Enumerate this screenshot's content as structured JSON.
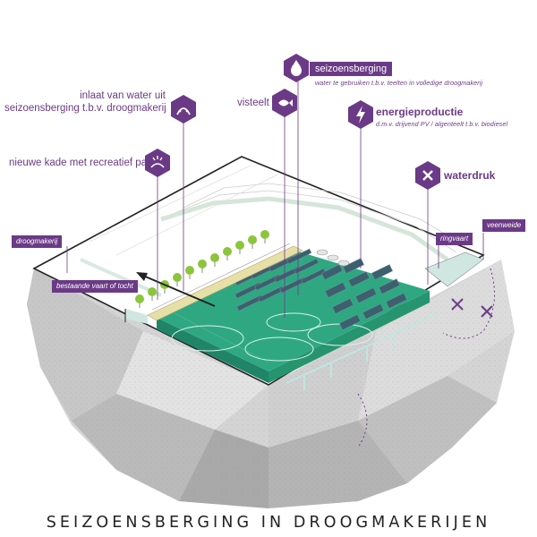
{
  "title": "SEIZOENSBERGING IN DROOGMAKERIJEN",
  "labels": {
    "seizoensberging": "seizoensberging",
    "seizoensberging_sub": "water te gebruiken t.b.v. teelten in volledige droogmakerij",
    "inlaat_line1": "inlaat van water uit",
    "inlaat_line2": "seizoensberging t.b.v. droogmakerij",
    "visteelt": "visteelt",
    "energieproductie": "energieproductie",
    "energieproductie_sub": "d.m.v. drijvend PV / algenteelt t.b.v. biodiesel",
    "nieuwe_kade": "nieuwe kade met recreatief pad",
    "waterdruk": "waterdruk"
  },
  "tags": {
    "droogmakerij": "droogmakerij",
    "bestaande_vaart": "bestaande vaart of tocht",
    "ringvaart": "ringvaart",
    "veenweide": "veenweide"
  },
  "icons": {
    "seizoensberging": "water-drop-icon",
    "inlaat": "water-inlet-icon",
    "visteelt": "fish-icon",
    "energieproductie": "lightning-bolt-icon",
    "nieuwe_kade": "recreation-path-icon",
    "waterdruk": "cross-icon"
  },
  "colors": {
    "accent": "#6b3a86",
    "water": "#2fa882",
    "solar_panels": "#3d5f6e",
    "trees": "#8cc43c",
    "soil": "#bdbdbd"
  }
}
